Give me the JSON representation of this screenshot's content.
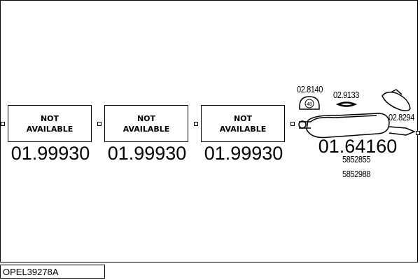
{
  "parts": [
    {
      "box_text": [
        "NOT",
        "AVAILABLE"
      ],
      "number": "01.99930"
    },
    {
      "box_text": [
        "NOT",
        "AVAILABLE"
      ],
      "number": "01.99930"
    },
    {
      "box_text": [
        "NOT",
        "AVAILABLE"
      ],
      "number": "01.99930"
    }
  ],
  "rear_muffler": {
    "number": "01.64160",
    "oem": [
      "5852855",
      "5852988"
    ]
  },
  "accessories": {
    "clamp": "02.8140",
    "clamp_size": "48",
    "rubber": "02.9133",
    "gasket": "02.8294"
  },
  "diagram_code": "OPEL39278A"
}
